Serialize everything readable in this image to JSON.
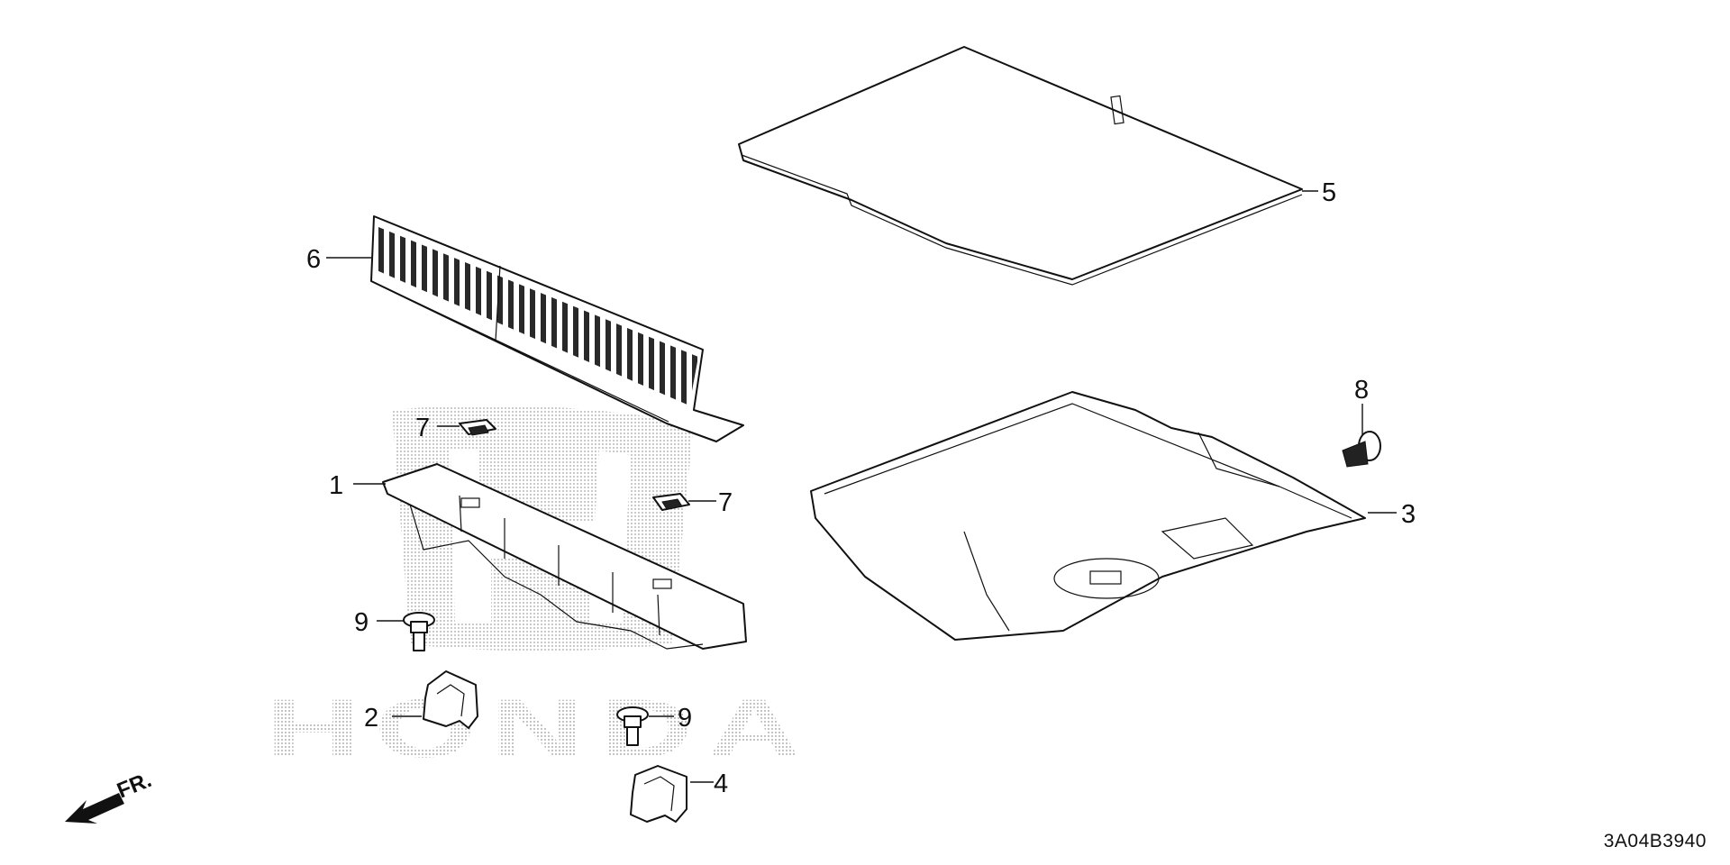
{
  "callouts": {
    "c1": "1",
    "c2": "2",
    "c3": "3",
    "c4": "4",
    "c5": "5",
    "c6": "6",
    "c7a": "7",
    "c7b": "7",
    "c8": "8",
    "c9a": "9",
    "c9b": "9"
  },
  "watermark": "HONDA",
  "direction_label": "FR.",
  "diagram_code": "3A04B3940"
}
